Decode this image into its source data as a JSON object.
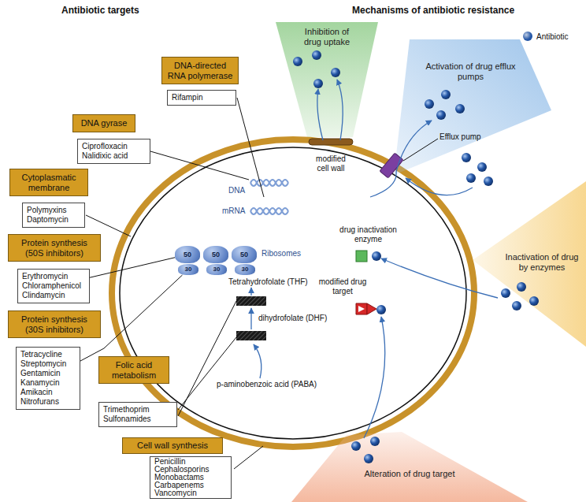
{
  "diagram": {
    "nodes": [
      {
        "text": [
          "DNA-directed RNA polymerase"
        ]
      },
      {
        "text": [
          "Rifampin"
        ]
      },
      {
        "text": [
          "DNA gyrase"
        ]
      },
      {
        "text": [
          "Ciprofloxacin",
          "Nalidixic acid"
        ]
      },
      {
        "text": [
          "Cytoplasmatic membrane"
        ]
      },
      {
        "text": [
          "Polymyxins",
          "Daptomycin"
        ]
      },
      {
        "text": [
          "Protein synthesis (50S inhibitors)"
        ]
      },
      {
        "text": [
          "Erythromycin",
          "Chloramphenicol",
          "Clindamycin"
        ]
      },
      {
        "text": [
          "Protein synthesis (30S inhibitors)"
        ]
      },
      {
        "text": [
          "Tetracycline",
          "Streptomycin",
          "Gentamicin",
          "Kanamycin",
          "Amikacin",
          "Nitrofurans"
        ]
      },
      {
        "text": [
          "Folic acid metabolism"
        ]
      },
      {
        "text": [
          "Trimethoprim",
          "Sulfonamides"
        ]
      },
      {
        "text": [
          "Cell wall synthesis"
        ]
      },
      {
        "text": [
          "Penicillin",
          "Cephalosporins",
          "Monobactams",
          "Carbapenems",
          "Vancomycin"
        ]
      },
      {
        "text": [
          "50"
        ]
      },
      {
        "text": [
          "50"
        ]
      },
      {
        "text": [
          "50"
        ]
      },
      {
        "text": [
          "30"
        ]
      },
      {
        "text": [
          "30"
        ]
      },
      {
        "text": [
          "30"
        ]
      },
      {
        "text": [
          "Inhibition of drug uptake"
        ]
      },
      {
        "text": [
          "Activation of drug efflux pumps"
        ]
      },
      {
        "text": [
          "Inactivation of drug by enzymes"
        ]
      },
      {
        "text": [
          "Alteration of drug target"
        ]
      }
    ],
    "edges": [
      {
        "from": 7,
        "to": 14,
        "arrow": "none"
      },
      {
        "from": 9,
        "to": 17,
        "arrow": "none"
      }
    ],
    "labels": [
      "Antibiotic targets",
      "Mechanisms of antibiotic resistance",
      "DNA",
      "mRNA",
      "Ribosomes",
      "Tetrahydrofolate (THF)",
      "dihydrofolate (DHF)",
      "p-aminobenzoic acid (PABA)",
      "modified cell wall",
      "Efflux pump",
      "drug inactivation enzyme",
      "modified drug target"
    ],
    "legend": [
      {
        "text": "Antibiotic",
        "color": "#2456a6"
      }
    ]
  }
}
